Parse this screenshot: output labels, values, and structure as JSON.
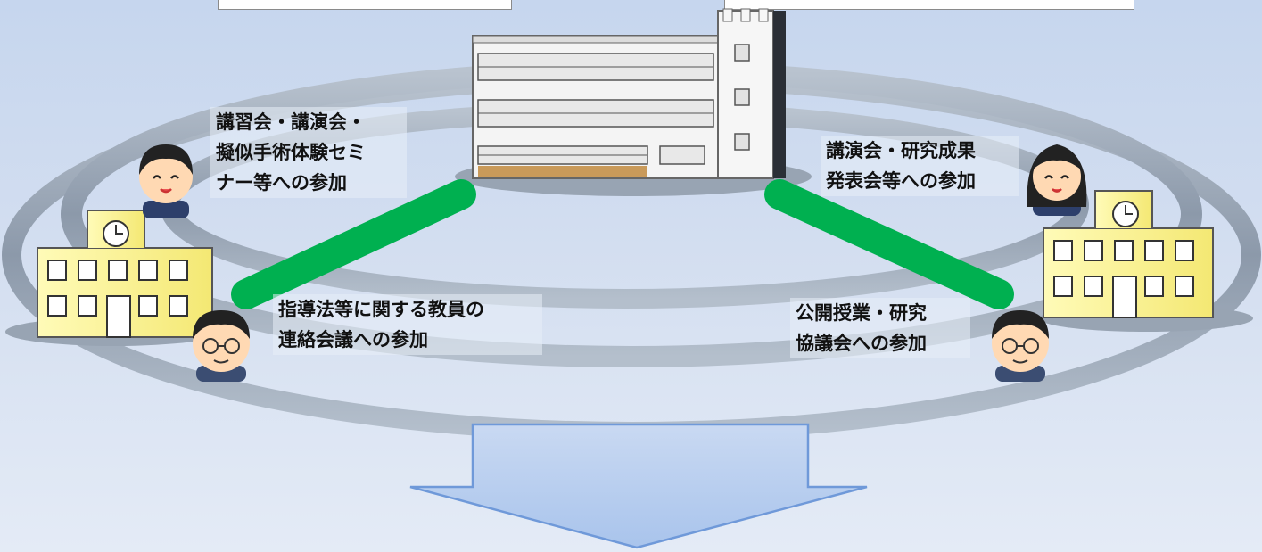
{
  "labels": {
    "upper_left": "講習会・講演会・\n擬似手術体験セミ\nナー等への参加",
    "upper_right": "講演会・研究成果\n発表会等への参加",
    "lower_left": "指導法等に関する教員の\n連絡会議への参加",
    "lower_right": "公開授業・研究\n協議会への参加"
  },
  "colors": {
    "connector": "#00b050",
    "ring": "#9aa7b7",
    "school": "#f7f08a",
    "window": "#6fc5e8",
    "arrow": "#6f99d9"
  },
  "icons": {
    "university": "university-building-icon",
    "school_left": "school-building-icon",
    "school_right": "school-building-icon",
    "person_student_left": "student-boy-icon",
    "person_student_right": "student-girl-icon",
    "person_teacher_left": "teacher-with-glasses-icon",
    "person_teacher_right": "teacher-with-glasses-icon",
    "arrow": "down-arrow-icon"
  }
}
